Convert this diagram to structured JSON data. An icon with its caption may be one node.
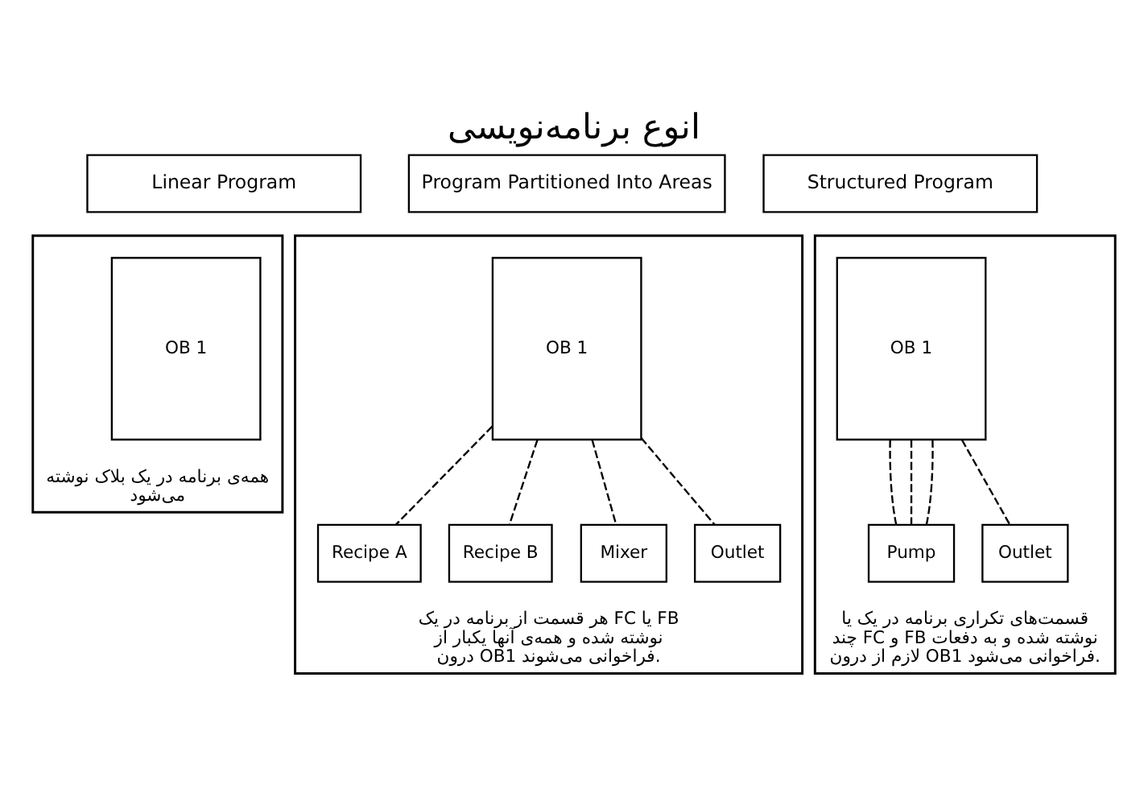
{
  "diagram": {
    "title": "انوع برنامه‌نویسی",
    "nodes": [
      {
        "text": [
          "Linear Program"
        ]
      },
      {
        "text": [
          "Program Partitioned Into Areas"
        ]
      },
      {
        "text": [
          "Structured Program"
        ]
      },
      {
        "text": [
          "همه‌ی برنامه در یک بلاک نوشته می‌شود"
        ]
      },
      {
        "text": [
          "OB 1"
        ],
        "in": 3
      },
      {
        "text": [
          "هر قسمت از برنامه در یک FC یا FB نوشته شده و همه‌ی آنها یکبار از درون OB1 فراخوانی می‌شوند."
        ]
      },
      {
        "text": [
          "OB 1"
        ],
        "in": 5
      },
      {
        "text": [
          "Recipe A"
        ],
        "in": 5
      },
      {
        "text": [
          "Recipe B"
        ],
        "in": 5
      },
      {
        "text": [
          "Mixer"
        ],
        "in": 5
      },
      {
        "text": [
          "Outlet"
        ],
        "in": 5
      },
      {
        "text": [
          "قسمت‌های تکراری برنامه در یک یا چند FC و FB نوشته شده و به دفعات لازم از درون OB1 فراخوانی می‌شود."
        ]
      },
      {
        "text": [
          "OB 1"
        ],
        "in": 11
      },
      {
        "text": [
          "Pump"
        ],
        "in": 11
      },
      {
        "text": [
          "Outlet"
        ],
        "in": 11
      }
    ],
    "edges": [
      {
        "from": 6,
        "to": 7,
        "arrow": "none",
        "style": "dashed"
      },
      {
        "from": 6,
        "to": 8,
        "arrow": "none",
        "style": "dashed"
      },
      {
        "from": 6,
        "to": 9,
        "arrow": "none",
        "style": "dashed"
      },
      {
        "from": 6,
        "to": 10,
        "arrow": "none",
        "style": "dashed"
      },
      {
        "from": 12,
        "to": 13,
        "arrow": "none",
        "style": "dashed"
      },
      {
        "from": 12,
        "to": 13,
        "arrow": "none",
        "style": "dashed"
      },
      {
        "from": 12,
        "to": 13,
        "arrow": "none",
        "style": "dashed"
      },
      {
        "from": 12,
        "to": 14,
        "arrow": "none",
        "style": "dashed"
      }
    ]
  }
}
